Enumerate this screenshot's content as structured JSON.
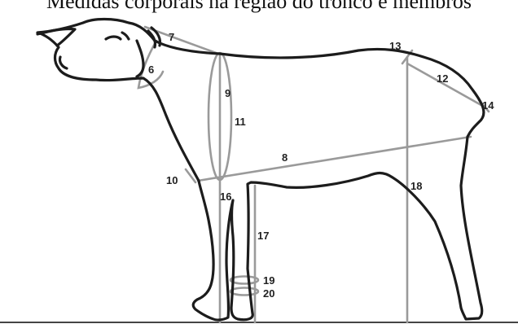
{
  "caption": "Medidas corporais na região do tronco e membros",
  "labels": {
    "m6": "6",
    "m7": "7",
    "m8": "8",
    "m9": "9",
    "m10": "10",
    "m11": "11",
    "m12": "12",
    "m13": "13",
    "m14": "14",
    "m16": "16",
    "m17": "17",
    "m18": "18",
    "m19": "19",
    "m20": "20"
  },
  "colors": {
    "outline": "#1c1c1c",
    "measure": "#9a9a9a"
  }
}
